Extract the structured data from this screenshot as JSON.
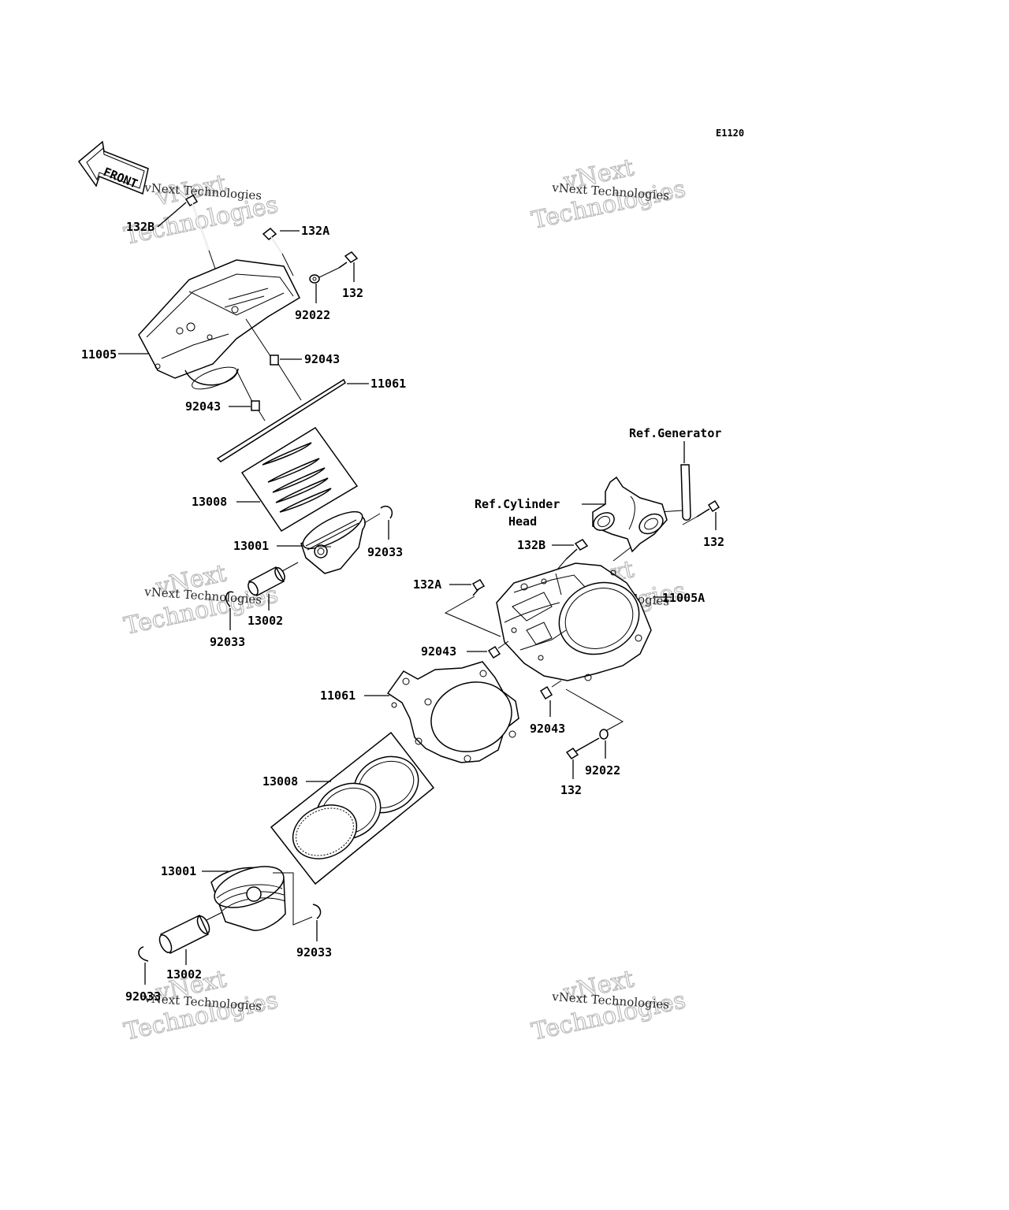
{
  "diagram_code": "E1120",
  "front_indicator": "FRONT",
  "watermark": {
    "line1": "vNext Technologies",
    "line2": "vNext\nTechnologies"
  },
  "callouts": {
    "rear_bolt_132B": "132B",
    "rear_bolt_132A": "132A",
    "rear_bolt_132": "132",
    "rear_washer_92022": "92022",
    "rear_cylinder_11005": "11005",
    "rear_dowel_92043_right": "92043",
    "rear_dowel_92043_left": "92043",
    "rear_gasket_11061": "11061",
    "rear_rings_13008": "13008",
    "rear_piston_13001": "13001",
    "rear_circlip_92033_right": "92033",
    "rear_pin_13002": "13002",
    "rear_circlip_92033_left": "92033",
    "ref_generator": "Ref.Generator",
    "ref_cylinder_head_1": "Ref.Cylinder",
    "ref_cylinder_head_2": "Head",
    "front_bolt_132_top": "132",
    "front_bolt_132B": "132B",
    "front_bolt_132A": "132A",
    "front_cylinder_11005A": "11005A",
    "front_dowel_92043_left": "92043",
    "front_gasket_11061": "11061",
    "front_dowel_92043_right": "92043",
    "front_washer_92022": "92022",
    "front_bolt_132_bottom": "132",
    "front_rings_13008": "13008",
    "front_piston_13001": "13001",
    "front_circlip_92033_right": "92033",
    "front_pin_13002": "13002",
    "front_circlip_92033_left": "92033"
  }
}
